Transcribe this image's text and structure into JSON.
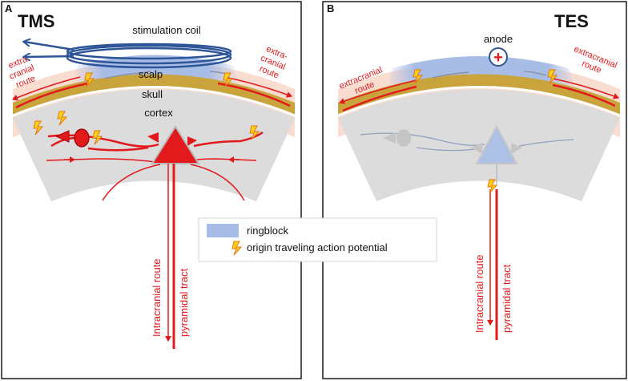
{
  "panel_a": {
    "letter": "A",
    "title": "TMS",
    "coil_label": "stimulation coil",
    "extracranial_left": [
      "extra",
      "cranial",
      "route"
    ],
    "extracranial_right": [
      "extra-",
      "cranial",
      "route"
    ],
    "scalp_label": "scalp",
    "skull_label": "skull",
    "cortex_label": "cortex",
    "intracranial_label": "Intracranial route",
    "pyramidal_label": "pyramidal tract"
  },
  "panel_b": {
    "letter": "B",
    "title": "TES",
    "anode_label": "anode",
    "anode_symbol": "+",
    "extracranial_left": [
      "extracranial",
      "route"
    ],
    "extracranial_right": [
      "extracranial",
      "route"
    ],
    "intracranial_label": "Intracranial route",
    "pyramidal_label": "pyramidal tract"
  },
  "legend": {
    "ringblock_label": "ringblock",
    "origin_label": "origin traveling action potential"
  },
  "colors": {
    "red": "#e31a1c",
    "scalp": "#f9ddd0",
    "skull": "#c9a43c",
    "cortex": "#dcdcdc",
    "ringblock": "#a8bde6",
    "coil": "#2e5597",
    "faded_neuron": "#aab0bc"
  }
}
